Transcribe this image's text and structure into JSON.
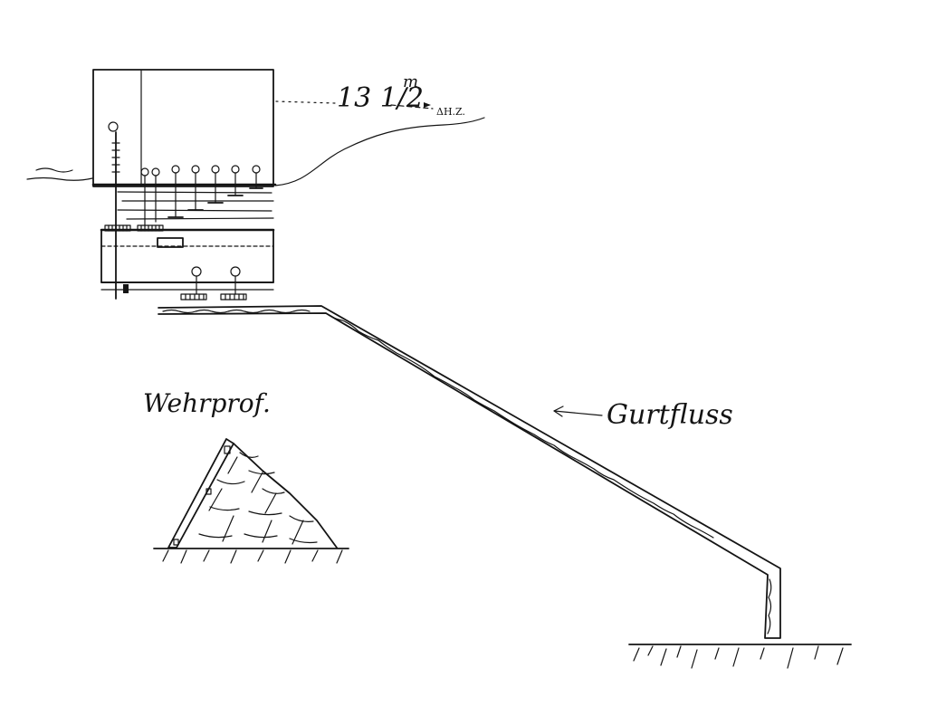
{
  "annotations": {
    "height_value": "13 1/2",
    "height_unit": "m",
    "water_mark": "ΔH.Z.",
    "profile_label": "Wehrprof.",
    "slope_label": "Gurtfluss"
  },
  "colors": {
    "ink": "#141414",
    "paper": "#ffffff"
  }
}
